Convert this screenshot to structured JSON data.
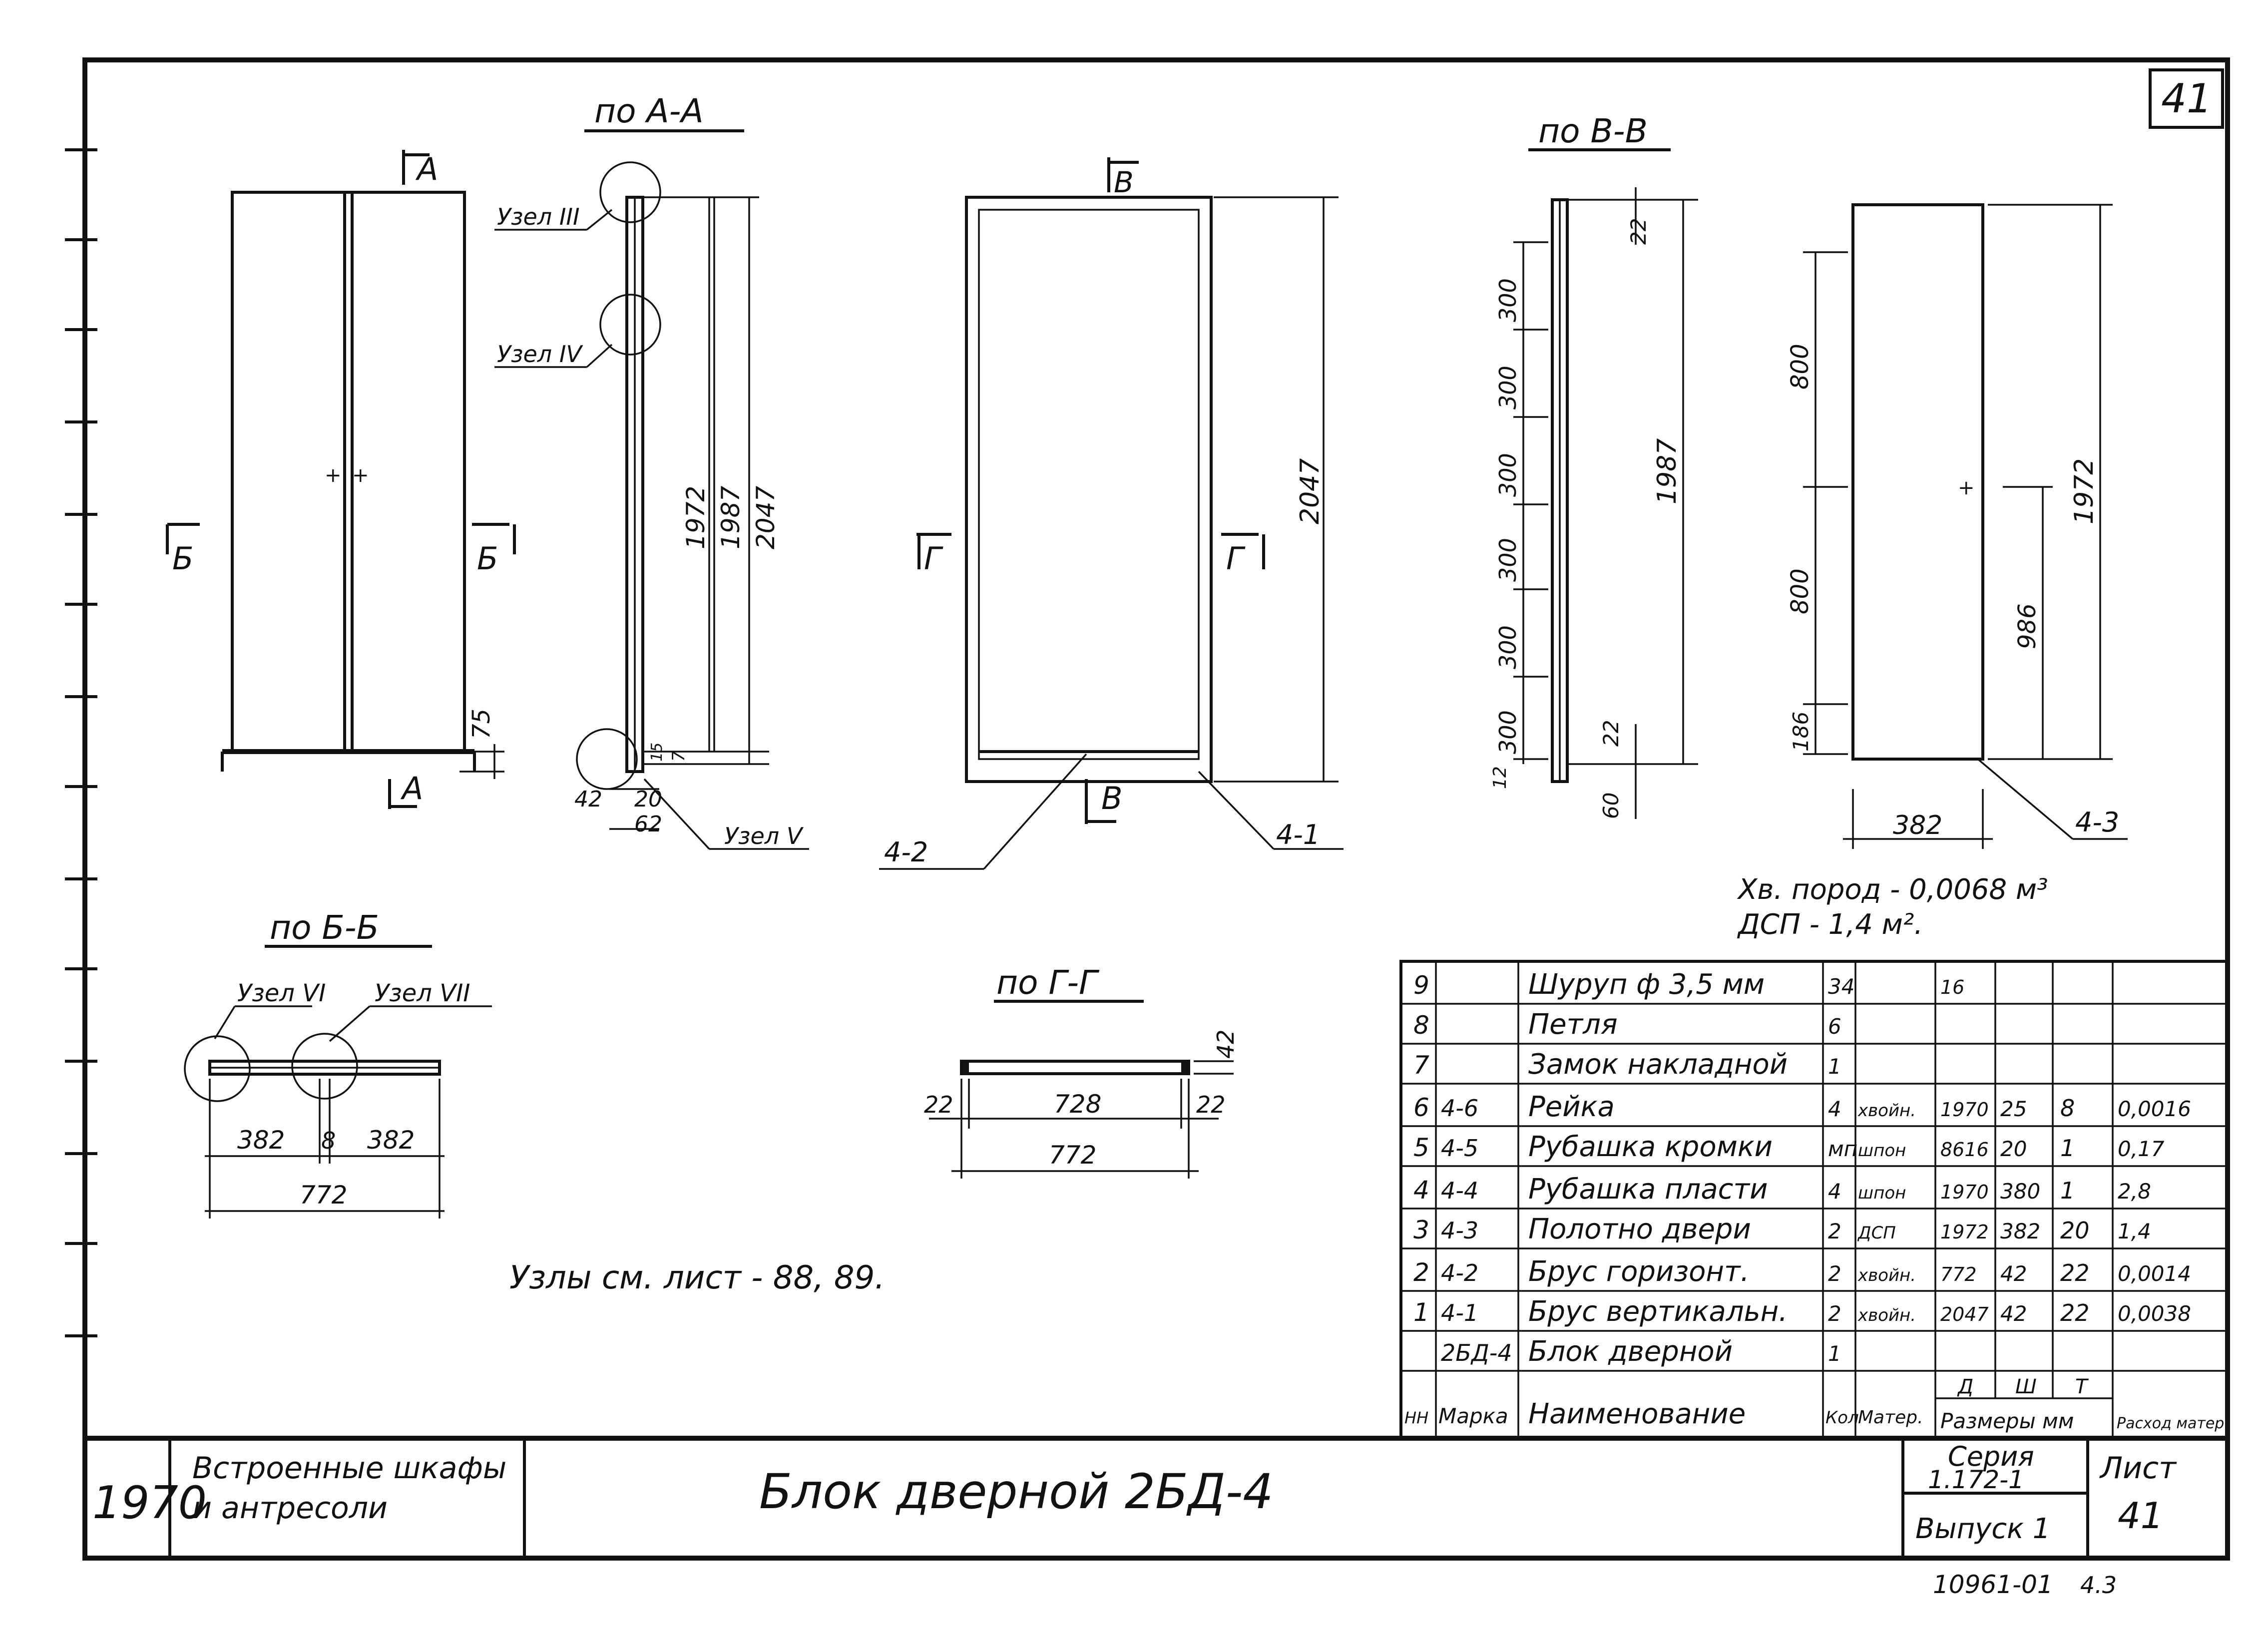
{
  "sheet": {
    "number_top": "41",
    "year": "1970",
    "org_line1": "Встроенные шкафы",
    "org_line2": "и антресоли",
    "title": "Блок дверной 2БД-4",
    "series_label": "Серия",
    "series_value": "1.172-1",
    "issue": "Выпуск 1",
    "sheet_label": "Лист",
    "sheet_number": "41",
    "archive_no": "10961-01",
    "archive_suffix": "4.3"
  },
  "views": {
    "section_aa": "по А-А",
    "section_vv": "по В-В",
    "section_bb": "по Б-Б",
    "section_gg": "по Г-Г",
    "cut_a": "А",
    "cut_b": "Б",
    "cut_v": "В",
    "cut_g": "Г"
  },
  "callouts": {
    "node3": "Узел III",
    "node4": "Узел IV",
    "node5": "Узел V",
    "node6": "Узел VI",
    "node7": "Узел VII",
    "p42": "4-2",
    "p41": "4-1",
    "p43": "4-3",
    "nodes_ref": "Узлы см. лист - 88, 89."
  },
  "dims": {
    "d75": "75",
    "d1972": "1972",
    "d1987": "1987",
    "d2047": "2047",
    "d42": "42",
    "d20": "20",
    "d62": "62",
    "d7": "7",
    "d15": "15",
    "d300": "300",
    "d22": "22",
    "d60": "60",
    "d12": "12",
    "d800": "800",
    "d986": "986",
    "d186": "186",
    "d382": "382",
    "d8": "8",
    "d772": "772",
    "d728": "728"
  },
  "materials": {
    "line1": "Хв. пород - 0,0068 м³",
    "line2": "ДСП - 1,4 м²."
  },
  "spec": {
    "header": {
      "nn": "НН",
      "mark": "Марка",
      "name": "Наименование",
      "qty": "Кол",
      "mat": "Матер.",
      "size_l": "Д",
      "size_w": "Ш",
      "size_t": "Т",
      "sizes": "Размеры мм",
      "usage": "Расход матер."
    },
    "rows": [
      {
        "nn": "9",
        "mark": "",
        "name": "Шуруп ф 3,5 мм",
        "qty": "34",
        "mat": "",
        "l": "16",
        "w": "",
        "t": "",
        "use": ""
      },
      {
        "nn": "8",
        "mark": "",
        "name": "Петля",
        "qty": "6",
        "mat": "",
        "l": "",
        "w": "",
        "t": "",
        "use": ""
      },
      {
        "nn": "7",
        "mark": "",
        "name": "Замок накладной",
        "qty": "1",
        "mat": "",
        "l": "",
        "w": "",
        "t": "",
        "use": ""
      },
      {
        "nn": "6",
        "mark": "4-6",
        "name": "Рейка",
        "qty": "4",
        "mat": "хвойн.",
        "l": "1970",
        "w": "25",
        "t": "8",
        "use": "0,0016"
      },
      {
        "nn": "5",
        "mark": "4-5",
        "name": "Рубашка кромки",
        "qty": "мп",
        "mat": "шпон",
        "l": "8616",
        "w": "20",
        "t": "1",
        "use": "0,17"
      },
      {
        "nn": "4",
        "mark": "4-4",
        "name": "Рубашка пласти",
        "qty": "4",
        "mat": "шпон",
        "l": "1970",
        "w": "380",
        "t": "1",
        "use": "2,8"
      },
      {
        "nn": "3",
        "mark": "4-3",
        "name": "Полотно двери",
        "qty": "2",
        "mat": "ДСП",
        "l": "1972",
        "w": "382",
        "t": "20",
        "use": "1,4"
      },
      {
        "nn": "2",
        "mark": "4-2",
        "name": "Брус горизонт.",
        "qty": "2",
        "mat": "хвойн.",
        "l": "772",
        "w": "42",
        "t": "22",
        "use": "0,0014"
      },
      {
        "nn": "1",
        "mark": "4-1",
        "name": "Брус вертикальн.",
        "qty": "2",
        "mat": "хвойн.",
        "l": "2047",
        "w": "42",
        "t": "22",
        "use": "0,0038"
      },
      {
        "nn": "",
        "mark": "2БД-4",
        "name": "Блок дверной",
        "qty": "1",
        "mat": "",
        "l": "",
        "w": "",
        "t": "",
        "use": ""
      }
    ]
  }
}
